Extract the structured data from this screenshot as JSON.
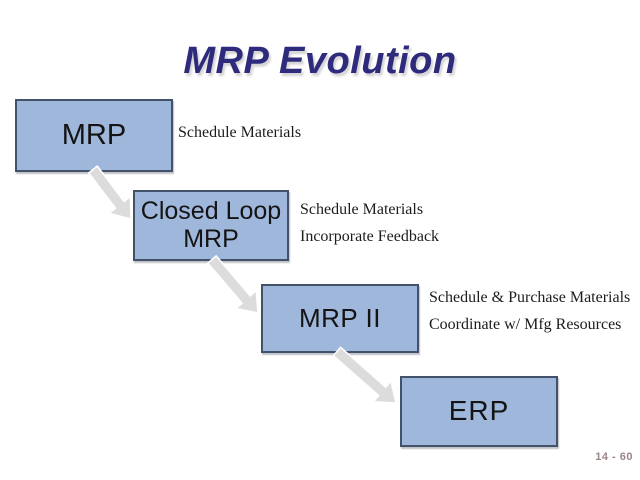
{
  "slide": {
    "title": "MRP Evolution",
    "page_number": "14 - 60",
    "arrow_icon": "arrow-down-right",
    "colors": {
      "title": "#2e2b7d",
      "box_fill": "#9fb7db",
      "box_border": "#42526b",
      "arrow_fill": "#dcdcdc",
      "body_text": "#1c1c1c",
      "page_number": "#998585"
    },
    "stages": [
      {
        "label": "MRP",
        "descriptions": [
          "Schedule Materials"
        ]
      },
      {
        "label": "Closed Loop MRP",
        "descriptions": [
          "Schedule Materials",
          "Incorporate Feedback"
        ]
      },
      {
        "label": "MRP II",
        "descriptions": [
          "Schedule & Purchase Materials",
          "Coordinate w/ Mfg Resources"
        ]
      },
      {
        "label": "ERP",
        "descriptions": []
      }
    ]
  }
}
